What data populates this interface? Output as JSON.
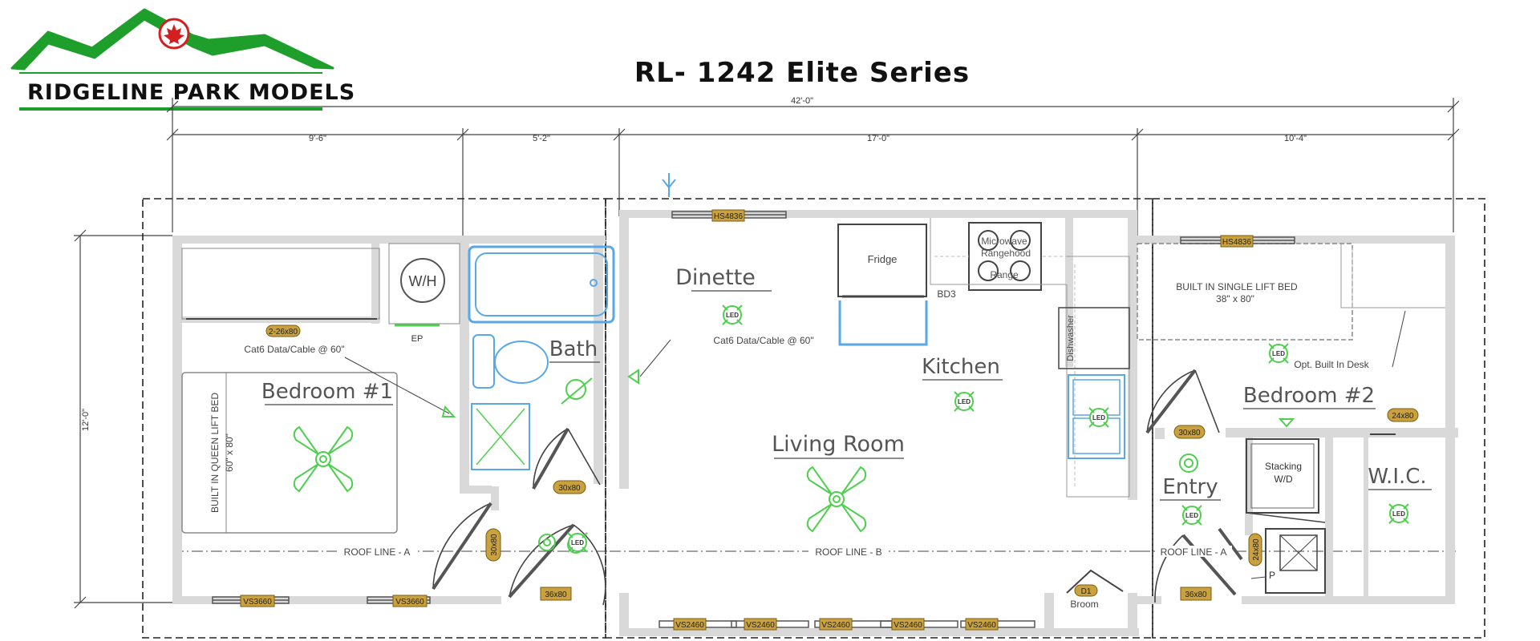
{
  "logo": {
    "brand": "RIDGELINE PARK MODELS"
  },
  "title": "RL- 1242 Elite Series",
  "dimensions": {
    "overall": "42'-0\"",
    "seg1": "9'-6\"",
    "seg2": "5'-2\"",
    "seg3": "17'-0\"",
    "seg4": "10'-4\"",
    "depth": "12'-0\""
  },
  "rooms": {
    "dinette": "Dinette",
    "bath": "Bath",
    "bedroom1": "Bedroom #1",
    "kitchen": "Kitchen",
    "living": "Living Room",
    "bedroom2": "Bedroom #2",
    "entry": "Entry",
    "wic": "W.I.C."
  },
  "labels": {
    "fridge": "Fridge",
    "microwave": "Microwave",
    "rangehood": "Rangehood",
    "range": "Range",
    "bd3": "BD3",
    "dishwasher": "Dishwasher",
    "wh": "W/H",
    "ep": "EP",
    "cat6_left": "Cat6 Data/Cable @ 60\"",
    "cat6_mid": "Cat6 Data/Cable @ 60\"",
    "queen_bed_1": "BUILT IN QUEEN LIFT BED",
    "queen_bed_2": "60\" x 80\"",
    "single_bed_1": "BUILT IN SINGLE LIFT BED",
    "single_bed_2": "38\" x 80\"",
    "desk": "Opt. Built In Desk",
    "stacking_1": "Stacking",
    "stacking_2": "W/D",
    "broom": "Broom",
    "roof_a_left": "ROOF LINE - A",
    "roof_b": "ROOF LINE - B",
    "roof_a_right": "ROOF LINE - A",
    "led": "LED",
    "p": "P"
  },
  "tags": {
    "hs4836_a": "HS4836",
    "hs4836_b": "HS4836",
    "d2680": "2-26x80",
    "d3080_bath": "30x80",
    "d3080_hall": "30x80",
    "d3680_left": "36x80",
    "d3080_bed2": "30x80",
    "d2480_bed2": "24x80",
    "d2480_wd": "24x80",
    "d3680_right": "36x80",
    "d1": "D1",
    "vs3660_a": "VS3660",
    "vs3660_b": "VS3660",
    "vs2460_a": "VS2460",
    "vs2460_b": "VS2460",
    "vs2460_c": "VS2460",
    "vs2460_d": "VS2460",
    "vs2460_e": "VS2460"
  },
  "colors": {
    "wall": "#d9d9d9",
    "line": "#444444",
    "fixture_blue": "#5aa7e6",
    "fixture_green": "#4fcf4f",
    "tag_fill": "#c9a13f",
    "logo_green": "#1e9e2a",
    "logo_red": "#d31f1f"
  }
}
